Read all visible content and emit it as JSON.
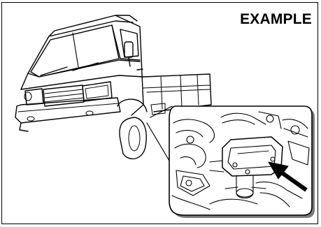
{
  "figure": {
    "label": "EXAMPLE"
  },
  "colors": {
    "ink": "#000000",
    "paper": "#ffffff",
    "shadow": "#7a7a7a"
  },
  "icons": [
    "truck-illustration",
    "engine-detail-illustration",
    "pointer-arrow-icon"
  ]
}
